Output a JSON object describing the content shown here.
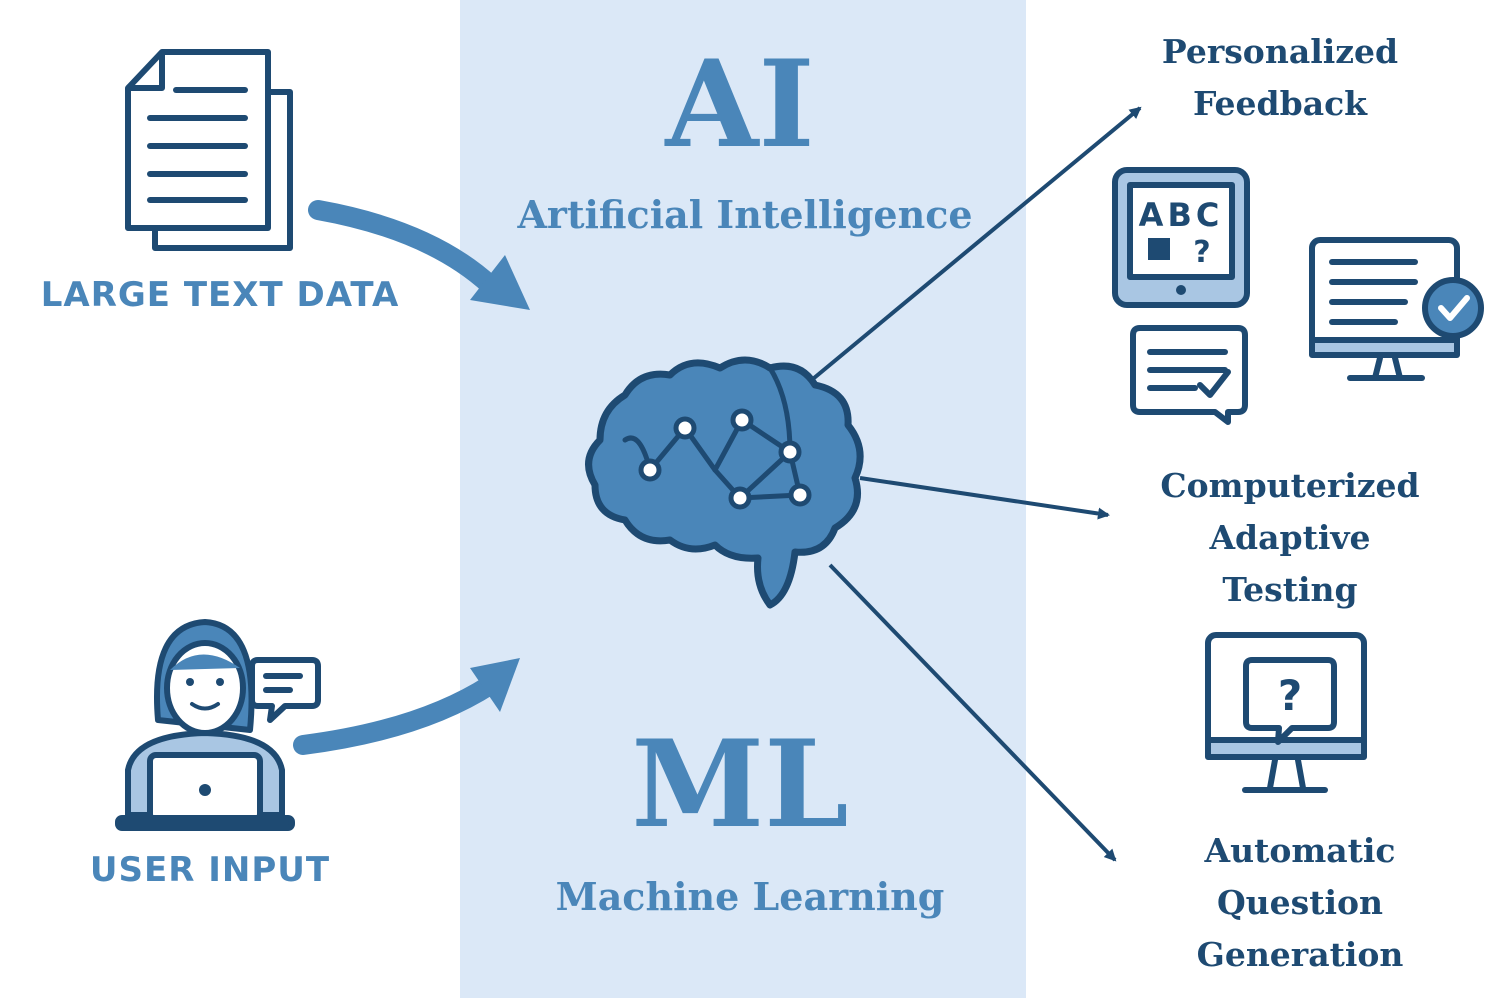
{
  "center": {
    "ai_abbr": "AI",
    "ai_full": "Artificial Intelligence",
    "ml_abbr": "ML",
    "ml_full": "Machine Learning"
  },
  "inputs": {
    "text_data": "LARGE TEXT DATA",
    "user_input": "USER INPUT"
  },
  "outputs": {
    "feedback": [
      "Personalized",
      "Feedback"
    ],
    "cat": [
      "Computerized",
      "Adaptive",
      "Testing"
    ],
    "aqg": [
      "Automatic",
      "Question",
      "Generation"
    ]
  },
  "icons": {
    "document": "document-stack-icon",
    "user": "user-laptop-icon",
    "brain": "brain-network-icon",
    "tablet": "tablet-abc-icon",
    "monitor_check": "monitor-check-icon",
    "chat_check": "chat-checklist-icon",
    "monitor_question": "monitor-question-icon"
  },
  "tablet_text": {
    "letters": "ABC",
    "question": "?"
  },
  "monitor_question_text": "?",
  "colors": {
    "panel": "#dbe8f7",
    "accent": "#4a86b9",
    "dark": "#1e4a72",
    "light_fill": "#a9c6e3"
  }
}
